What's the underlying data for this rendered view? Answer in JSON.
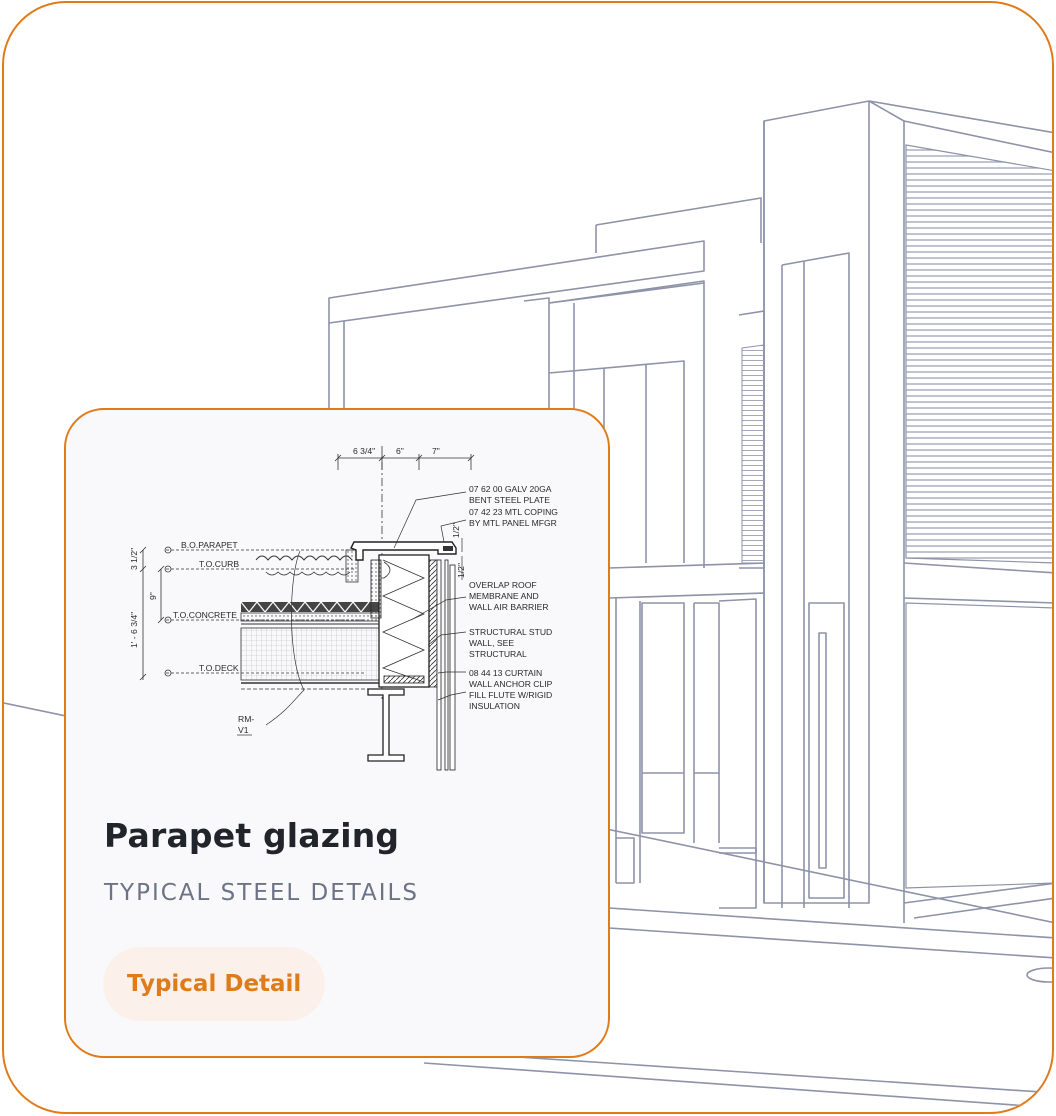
{
  "card": {
    "title": "Parapet glazing",
    "subtitle": "TYPICAL STEEL DETAILS",
    "badge": "Typical Detail"
  },
  "detail": {
    "dimensions_top": [
      "6 3/4\"",
      "6\"",
      "7\""
    ],
    "dim_coping_height": "1/2\"",
    "dim_coping_gap": "1/2\"",
    "levels": [
      "B.O.PARAPET",
      "T.O.CURB",
      "T.O.CONCRETE",
      "T.O.DECK"
    ],
    "dimensions_left": [
      "3 1/2\"",
      "9\"",
      "1' - 6 3/4\""
    ],
    "notes": [
      [
        "07 62 00 GALV 20GA",
        "BENT STEEL PLATE"
      ],
      [
        "07 42 23  MTL COPING",
        "BY MTL PANEL MFGR"
      ],
      [
        "OVERLAP ROOF",
        "MEMBRANE AND",
        "WALL AIR BARRIER"
      ],
      [
        "STRUCTURAL STUD",
        "WALL, SEE",
        "STRUCTURAL"
      ],
      [
        "08 44 13 CURTAIN",
        "WALL ANCHOR CLIP"
      ],
      [
        "FILL FLUTE W/RIGID",
        "INSULATION"
      ]
    ],
    "tag": [
      "RM-",
      "V1"
    ]
  },
  "colors": {
    "accent": "#e07b1a",
    "title_text": "#22242b",
    "subtitle_text": "#6d7386",
    "badge_bg": "#fbf1ea",
    "sketch_lines": "#8d93a8"
  }
}
